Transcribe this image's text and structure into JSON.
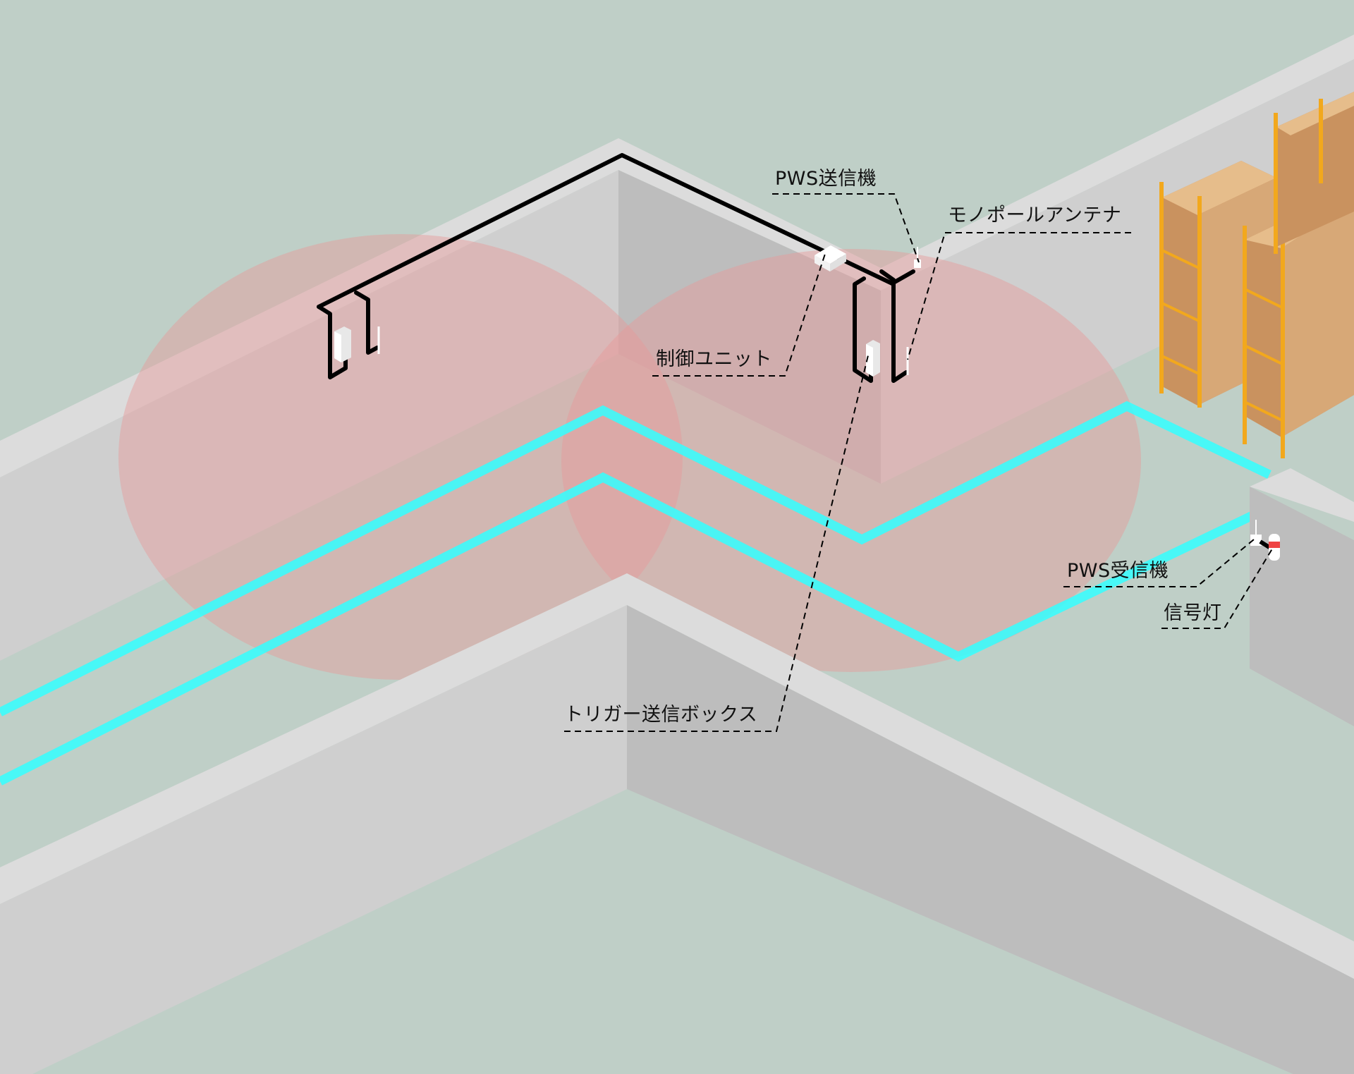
{
  "colors": {
    "floor": "#bfcfc7",
    "wall_top": "#dcdcdc",
    "wall_left_face": "#cfcfcf",
    "wall_right_face": "#bdbdbd",
    "coverage_zone": "#e79a9a",
    "magnetic_line": "#33ffff",
    "cable": "#000000",
    "rack_frame": "#f2a81d",
    "box": "#d7a877",
    "signal_light_red": "#ef4444"
  },
  "labels": {
    "pws_transmitter": "PWS送信機",
    "monopole_antenna": "モノポールアンテナ",
    "control_unit": "制御ユニット",
    "trigger_box": "トリガー送信ボックス",
    "pws_receiver": "PWS受信機",
    "signal_light": "信号灯"
  }
}
